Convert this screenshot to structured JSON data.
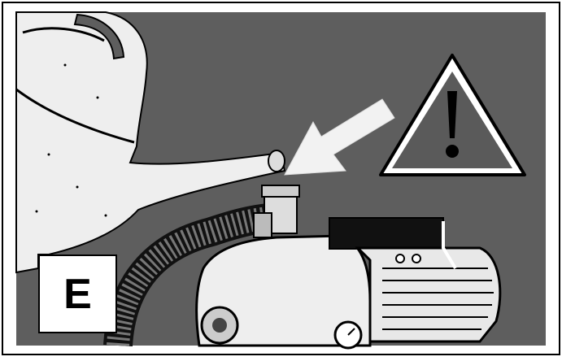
{
  "illustration": {
    "panel_label": "E",
    "subjects": [
      "watering-can",
      "water-pump",
      "hose",
      "warning-sign",
      "arrow"
    ],
    "colors": {
      "background": "#5e5e5e",
      "border": "#000000",
      "highlight": "#f2f2f2",
      "warning_fill": "#5a5a5a"
    }
  }
}
